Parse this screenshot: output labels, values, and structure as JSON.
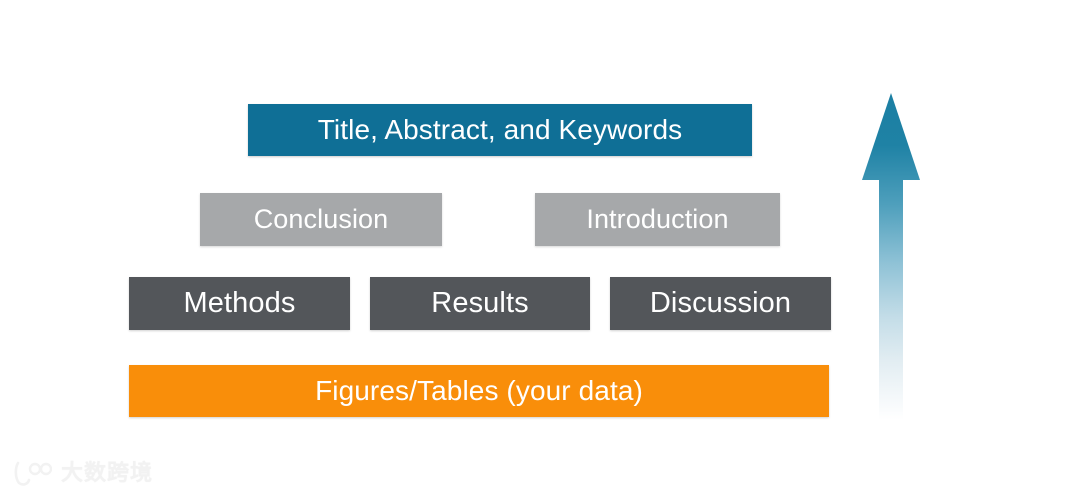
{
  "figure": {
    "type": "pyramid-hierarchy-diagram",
    "background_color": "#FFFFFF",
    "rows": [
      {
        "id": "row-title",
        "color": "#0F6F96",
        "blocks": [
          {
            "id": "title-abstract-keywords",
            "label": "Title, Abstract, and Keywords"
          }
        ]
      },
      {
        "id": "row-framing",
        "color": "#A6A8AA",
        "blocks": [
          {
            "id": "conclusion",
            "label": "Conclusion"
          },
          {
            "id": "introduction",
            "label": "Introduction"
          }
        ]
      },
      {
        "id": "row-body",
        "color": "#53565A",
        "blocks": [
          {
            "id": "methods",
            "label": "Methods"
          },
          {
            "id": "results",
            "label": "Results"
          },
          {
            "id": "discussion",
            "label": "Discussion"
          }
        ]
      },
      {
        "id": "row-foundation",
        "color": "#F98E0A",
        "blocks": [
          {
            "id": "figures-tables",
            "label": "Figures/Tables (your data)"
          }
        ]
      }
    ],
    "arrow": {
      "name": "upward-arrow",
      "direction": "up",
      "gradient_top_color": "#1A7FA3",
      "gradient_bottom_color": "#FFFFFF"
    }
  },
  "watermark": {
    "text": "大数跨境",
    "color": "#F2F2F2"
  }
}
